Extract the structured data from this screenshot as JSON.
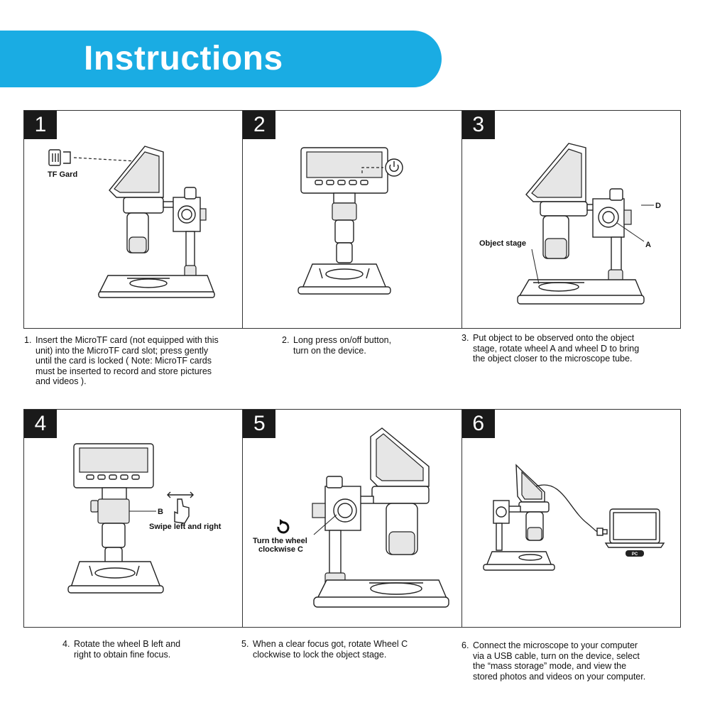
{
  "header": {
    "title": "Instructions"
  },
  "steps": [
    {
      "number": "1",
      "labels": {
        "tf_card": "TF Gard"
      },
      "caption_index": "1.",
      "caption_lines": [
        "Insert the MicroTF card (not equipped with this",
        "unit) into the MicroTF card slot; press gently",
        "until the card is locked ( Note: MicroTF cards",
        "must be inserted to record and store pictures",
        "and videos )."
      ]
    },
    {
      "number": "2",
      "caption_index": "2.",
      "caption_lines": [
        "Long press on/off button,",
        "turn on the device."
      ]
    },
    {
      "number": "3",
      "labels": {
        "object_stage": "Object stage",
        "wheel_a": "A",
        "wheel_d": "D"
      },
      "caption_index": "3.",
      "caption_lines": [
        "Put object to be observed onto the object",
        "stage, rotate wheel A and wheel D to bring",
        "the object closer to the microscope tube."
      ]
    },
    {
      "number": "4",
      "labels": {
        "wheel_b": "B",
        "swipe": "Swipe left and right"
      },
      "caption_index": "4.",
      "caption_lines": [
        "Rotate the wheel B left and",
        "right to obtain fine focus."
      ]
    },
    {
      "number": "5",
      "labels": {
        "turn_line1": "Turn the wheel",
        "turn_line2": "clockwise C"
      },
      "caption_index": "5.",
      "caption_lines": [
        "When a clear focus got, rotate Wheel C",
        "clockwise to lock the object stage."
      ]
    },
    {
      "number": "6",
      "labels": {
        "pc": "PC"
      },
      "caption_index": "6.",
      "caption_lines": [
        "Connect the microscope to your computer",
        "via a USB cable, turn on the device, select",
        "the “mass storage” mode, and view the",
        "stored photos and videos on your computer."
      ]
    }
  ]
}
